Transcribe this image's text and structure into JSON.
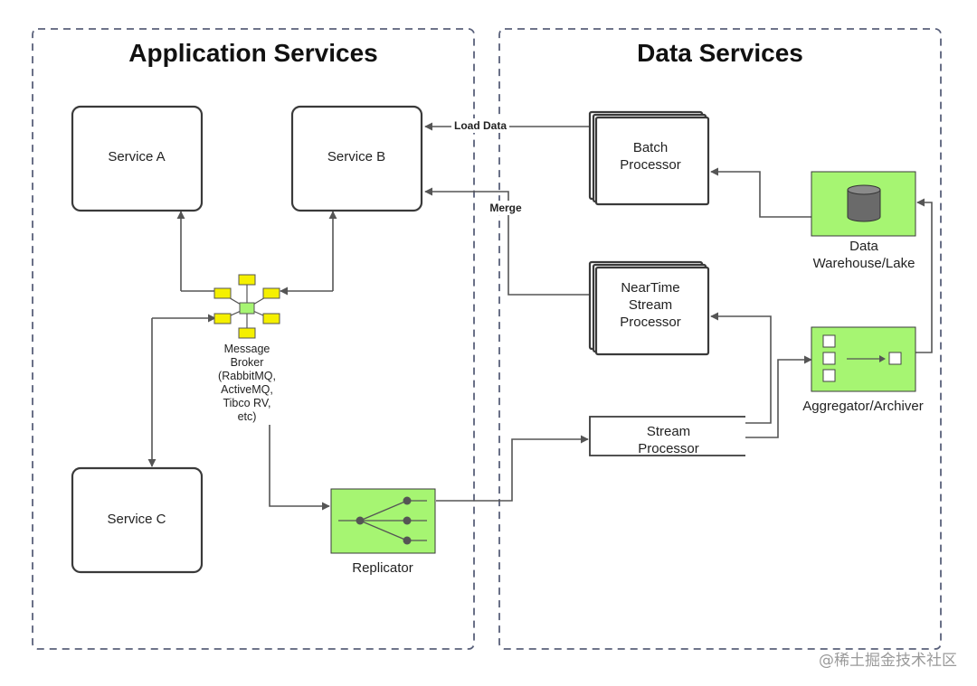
{
  "panels": {
    "app_title": "Application Services",
    "data_title": "Data Services"
  },
  "nodes": {
    "service_a": "Service A",
    "service_b": "Service B",
    "service_c": "Service C",
    "broker": [
      "Message",
      "Broker",
      "(RabbitMQ,",
      "ActiveMQ,",
      "Tibco RV,",
      "etc)"
    ],
    "replicator": "Replicator",
    "batch": [
      "Batch",
      "Processor"
    ],
    "neartime": [
      "NearTime",
      "Stream",
      "Processor"
    ],
    "stream": [
      "Stream",
      "Processor"
    ],
    "warehouse": [
      "Data",
      "Warehouse/Lake"
    ],
    "aggregator": "Aggregator/Archiver"
  },
  "edges": {
    "load_data": "Load Data",
    "merge": "Merge"
  },
  "watermark": "@稀土掘金技术社区",
  "colors": {
    "green_fill": "#a6f572",
    "broker_node": "#f5f000",
    "edge": "#555555",
    "border": "#3a3a3a"
  }
}
